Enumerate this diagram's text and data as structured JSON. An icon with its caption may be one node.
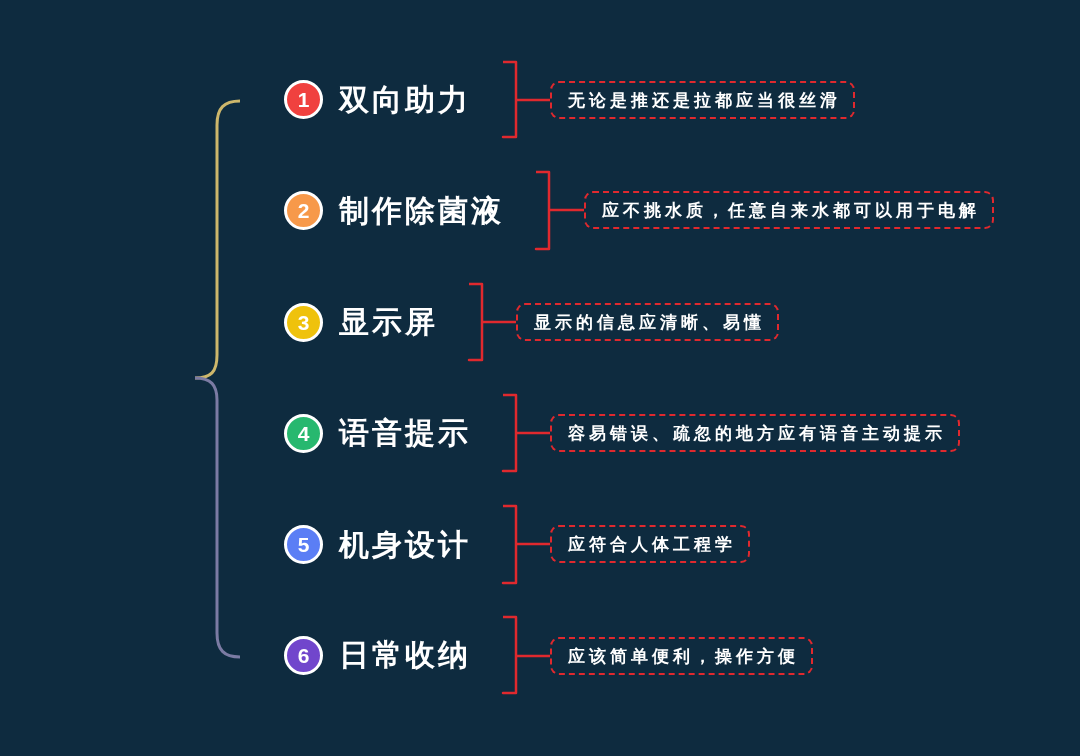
{
  "diagram": {
    "nodes": [
      {
        "text": [
          "1",
          "双向助力"
        ]
      },
      {
        "text": [
          "无论是推还是拉都应当很丝滑"
        ]
      },
      {
        "text": [
          "2",
          "制作除菌液"
        ]
      },
      {
        "text": [
          "应不挑水质，任意自来水都可以用于电解"
        ]
      },
      {
        "text": [
          "3",
          "显示屏"
        ]
      },
      {
        "text": [
          "显示的信息应清晰、易懂"
        ]
      },
      {
        "text": [
          "4",
          "语音提示"
        ]
      },
      {
        "text": [
          "容易错误、疏忽的地方应有语音主动提示"
        ]
      },
      {
        "text": [
          "5",
          "机身设计"
        ]
      },
      {
        "text": [
          "应符合人体工程学"
        ]
      },
      {
        "text": [
          "6",
          "日常收纳"
        ]
      },
      {
        "text": [
          "应该简单便利，操作方便"
        ]
      }
    ],
    "edges": [
      {
        "from": 0,
        "to": 1,
        "arrow": "none"
      },
      {
        "from": 2,
        "to": 3,
        "arrow": "none"
      },
      {
        "from": 4,
        "to": 5,
        "arrow": "none"
      },
      {
        "from": 6,
        "to": 7,
        "arrow": "none"
      },
      {
        "from": 8,
        "to": 9,
        "arrow": "none"
      },
      {
        "from": 10,
        "to": 11,
        "arrow": "none"
      }
    ]
  }
}
